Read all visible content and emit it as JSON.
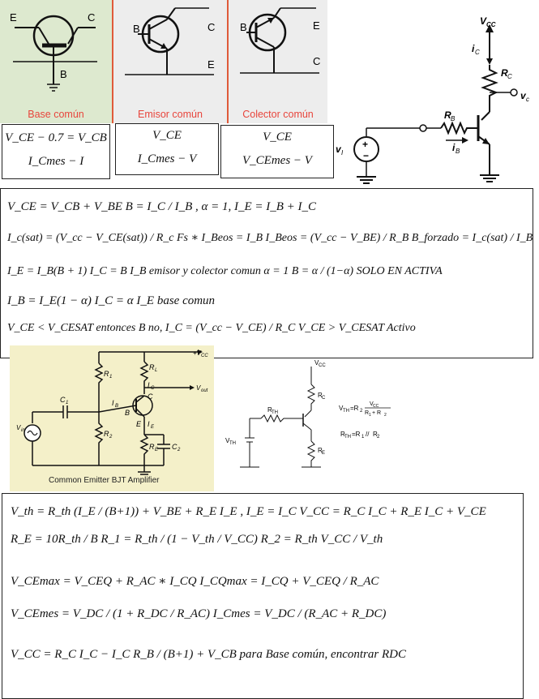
{
  "configs": [
    {
      "label": "Base común",
      "formula_1": "V_CE − 0.7 = V_CB",
      "formula_2": "I_Cmes − I"
    },
    {
      "label": "Emisor común",
      "formula_1": "V_CE",
      "formula_2": "I_Cmes  − V"
    },
    {
      "label": "Colector común",
      "formula_1": "V_CE",
      "formula_2": "V_CEmes  − V"
    }
  ],
  "formulas_top": [
    "V_CE = V_CB + V_BE   B = I_C / I_B , α = 1,  I_E = I_B + I_C",
    "I_c(sat) = (V_cc − V_CE(sat)) / R_c     Fs ∗ I_Beos = I_B      I_Beos = (V_cc − V_BE) / R_B    B_forzado = I_c(sat) / I_B",
    "I_E = I_B(B + 1)  I_C = B I_B  emisor y colector comun α = 1  B = α / (1−α)  SOLO EN ACTIVA",
    "I_B = I_E(1 − α)  I_C = α I_E   base comun",
    "V_CE < V_CESAT entonces B no, I_C = (V_cc − V_CE) / R_C      V_CE > V_CESAT Activo"
  ],
  "formulas_bottom": [
    "V_th = R_th (I_E / (B+1)) + V_BE + R_E I_E , I_E = I_C     V_CC = R_C I_C + R_E I_C + V_CE",
    "R_E = 10R_th / B    R_1 = R_th / (1 − V_th / V_CC)     R_2 = R_th V_CC / V_th",
    "V_CEmax = V_CEQ + R_AC ∗ I_CQ     I_CQmax = I_CQ + V_CEQ / R_AC",
    "V_CEmes = V_DC / (1 + R_DC / R_AC)     I_Cmes = V_DC / (R_AC + R_DC)",
    "V_CC = R_C I_C − I_C R_B / (B+1) + V_CB   para Base común, encontrar RDC"
  ],
  "text": {
    "solo_activa": "SOLO EN ACTIVA",
    "base_comun": "base comun",
    "emisor_colector": "emisor y colector comun α = 1",
    "entonces": "entonces B no,",
    "activo": "Activo",
    "para_base": "para Base común, encontrar RDC",
    "amp_caption": "Common Emitter BJT Amplifier"
  },
  "circuit_labels": {
    "pin_e": "E",
    "pin_c": "C",
    "pin_b": "B",
    "vcc": "V",
    "vcc_sub": "CC",
    "ic": "i",
    "ic_sub": "C",
    "rc": "R",
    "rc_sub": "C",
    "vc": "v",
    "vc_sub": "c",
    "rb": "R",
    "rb_sub": "B",
    "ib": "i",
    "ib_sub": "B",
    "vi": "v",
    "vi_sub": "I",
    "amp_vcc": "+V",
    "amp_vcc_sub": "CC",
    "r1": "R",
    "r1_sub": "1",
    "r2": "R",
    "r2_sub": "2",
    "rl": "R",
    "rl_sub": "L",
    "re": "R",
    "re_sub": "E",
    "c1": "C",
    "c1_sub": "1",
    "c2": "C",
    "c2_sub": "2",
    "ib_amp": "I",
    "ib_amp_sub": "B",
    "ic_amp": "I",
    "ic_amp_sub": "C",
    "ie_amp": "I",
    "ie_amp_sub": "E",
    "vin": "V",
    "vin_sub": "in",
    "vout": "V",
    "vout_sub": "out",
    "b": "B",
    "c": "C",
    "e": "E",
    "th_vcc": "V",
    "th_vcc_sub": "CC",
    "th_rc": "R",
    "th_rc_sub": "C",
    "th_rth": "R",
    "th_rth_sub": "TH",
    "th_vth": "V",
    "th_vth_sub": "TH",
    "th_re": "R",
    "th_re_sub": "E",
    "th_eq1": "V",
    "th_eq1_sub": "TH",
    "th_eq1_rhs": "=R",
    "th_eq1_r2": "2",
    "th_eq1_num": "V",
    "th_eq1_num_sub": "CC",
    "th_eq1_den": "R",
    "th_eq1_den_1": "1",
    "th_eq1_den_plus": "+ R",
    "th_eq1_den_2": "2",
    "th_eq2": "R",
    "th_eq2_sub": "TH",
    "th_eq2_rhs": "=R",
    "th_eq2_r1": "1",
    "th_eq2_par": "//",
    "th_eq2_r2": "R",
    "th_eq2_r2_sub": "2"
  },
  "colors": {
    "config_label": "#e8453c",
    "green_panel": "#dde9cf",
    "gray_panel": "#ededed",
    "amp_panel": "#f4f0c9",
    "divider": "#e05a3a"
  }
}
